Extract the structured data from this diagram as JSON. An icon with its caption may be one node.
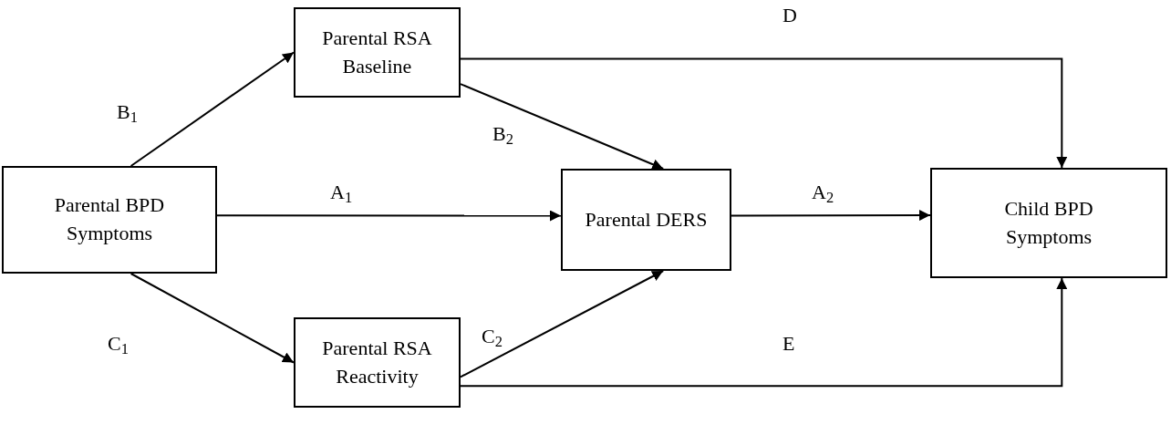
{
  "diagram": {
    "nodes": [
      {
        "text": [
          "Parental BPD Symptoms"
        ]
      },
      {
        "text": [
          "Parental RSA Baseline"
        ]
      },
      {
        "text": [
          "Parental DERS"
        ]
      },
      {
        "text": [
          "Child BPD Symptoms"
        ]
      },
      {
        "text": [
          "Parental RSA Reactivity"
        ]
      }
    ],
    "edges": [
      {
        "from": 0,
        "to": 1,
        "arrow": "to",
        "label": "B$_{1}$"
      },
      {
        "from": 0,
        "to": 2,
        "arrow": "to",
        "label": "A$_{1}$"
      },
      {
        "from": 0,
        "to": 4,
        "arrow": "to",
        "label": "C$_{1}$"
      },
      {
        "from": 1,
        "to": 2,
        "arrow": "to",
        "label": "B$_{2}$"
      },
      {
        "from": 4,
        "to": 2,
        "arrow": "to",
        "label": "C$_{2}$"
      },
      {
        "from": 2,
        "to": 3,
        "arrow": "to",
        "label": "A$_{2}$"
      },
      {
        "from": 1,
        "to": 3,
        "arrow": "to",
        "label": "D"
      },
      {
        "from": 4,
        "to": 3,
        "arrow": "to",
        "label": "E"
      }
    ]
  }
}
